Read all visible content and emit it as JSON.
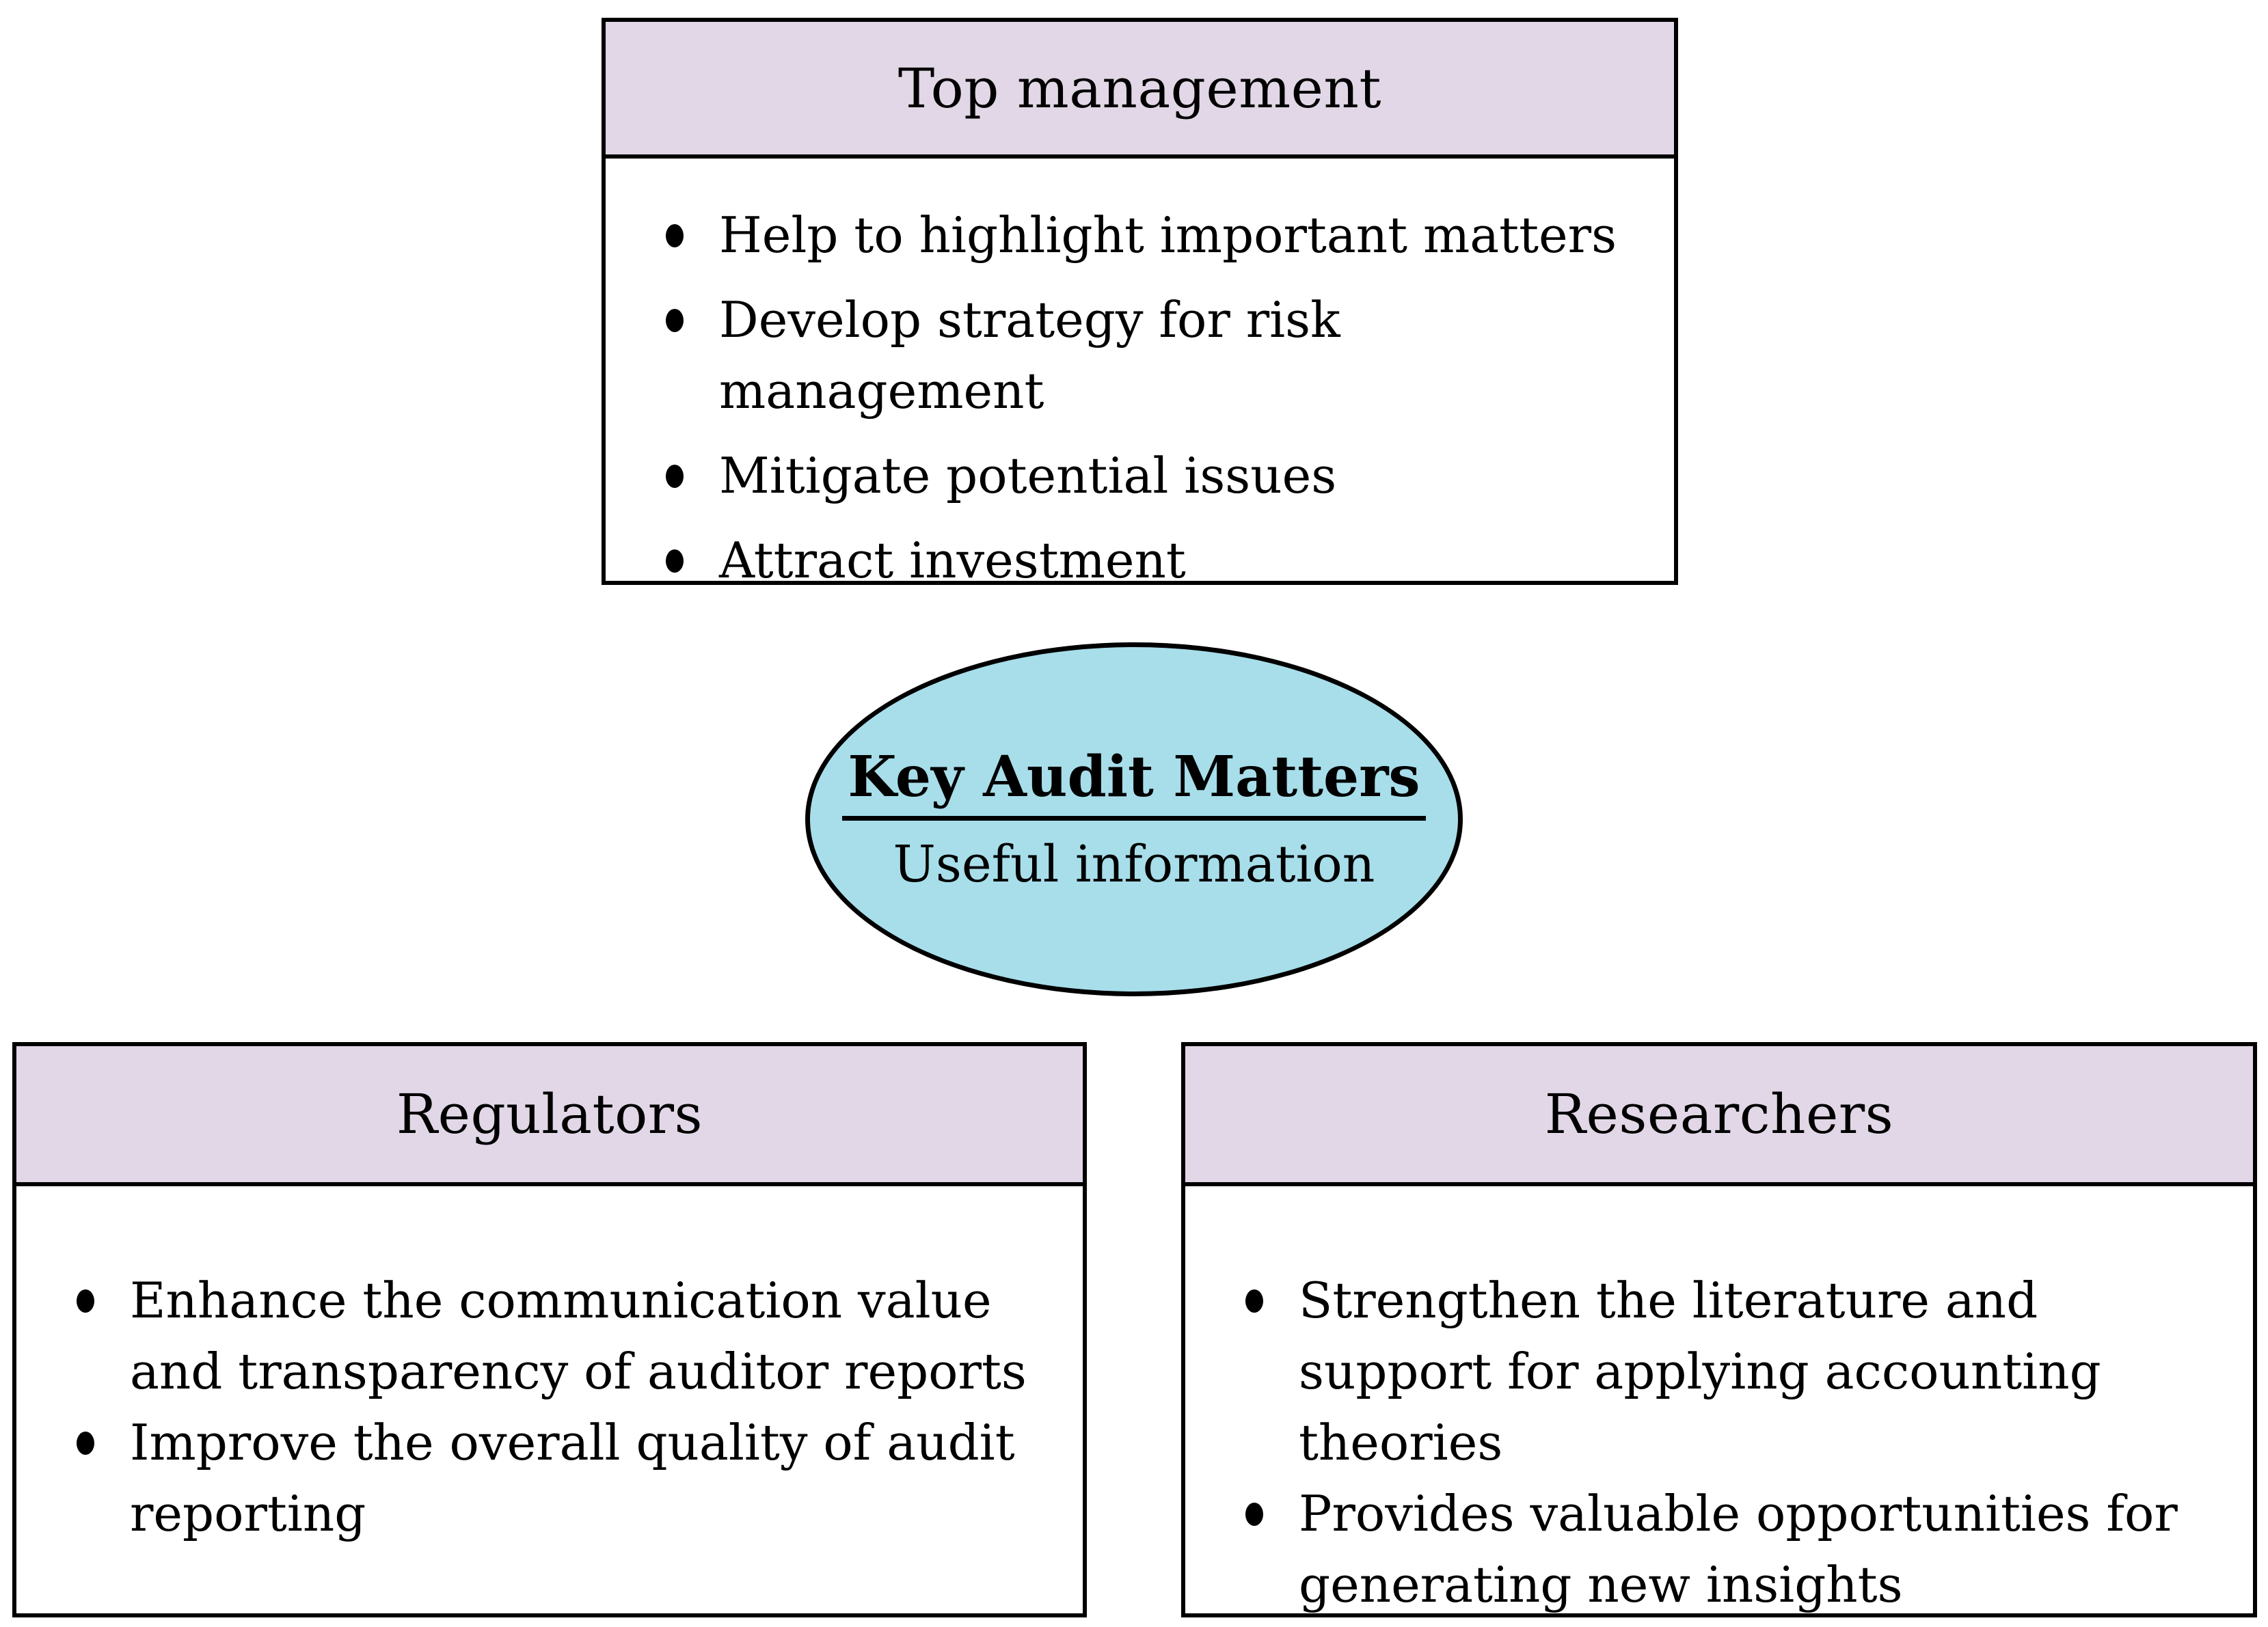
{
  "colors": {
    "header_bg": "#e1d7e6",
    "ellipse_bg": "#a7deea",
    "border": "#000000",
    "page_bg": "#ffffff"
  },
  "top_box": {
    "title": "Top management",
    "bullets": [
      "Help to highlight important matters",
      "Develop strategy for risk management",
      "Mitigate potential issues",
      "Attract investment"
    ]
  },
  "ellipse": {
    "title": "Key Audit Matters",
    "subtitle": "Useful information"
  },
  "left_box": {
    "title": "Regulators",
    "bullets": [
      "Enhance the communication value and transparency of auditor reports",
      "Improve the overall quality of audit reporting"
    ]
  },
  "right_box": {
    "title": "Researchers",
    "bullets": [
      "Strengthen the literature and support for applying accounting theories",
      "Provides valuable opportunities for generating new insights"
    ]
  }
}
